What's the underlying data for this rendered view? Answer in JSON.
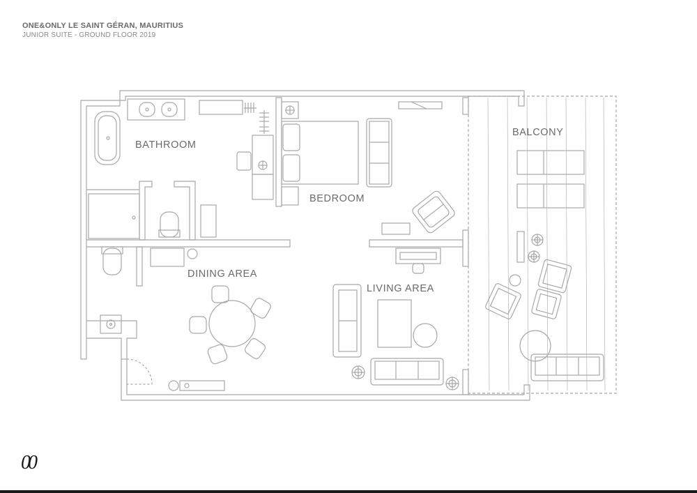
{
  "header": {
    "title": "ONE&ONLY LE SAINT GÉRAN, MAURITIUS",
    "subtitle": "JUNIOR SUITE - GROUND FLOOR 2019"
  },
  "rooms": {
    "bathroom": "BATHROOM",
    "bedroom": "BEDROOM",
    "dining": "DINING AREA",
    "living": "LIVING AREA",
    "balcony": "BALCONY"
  },
  "logo": {
    "text": "00",
    "icon": "one-and-only-logo-icon"
  },
  "colors": {
    "line": "#a8a8a8",
    "text": "#6a6a6a",
    "logo": "#1a1a1a"
  }
}
